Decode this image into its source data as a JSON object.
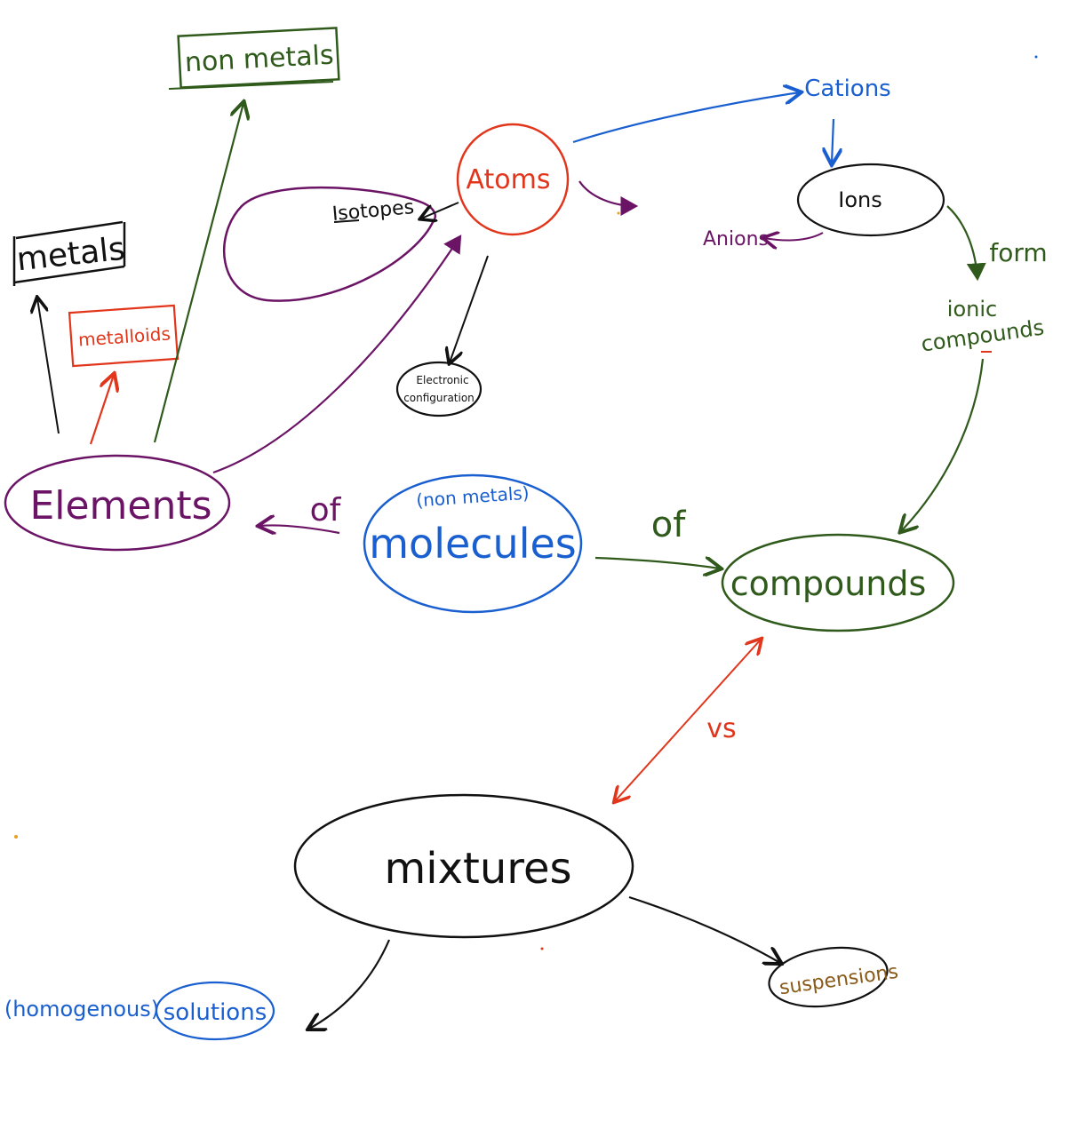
{
  "colors": {
    "purple": "#6b1466",
    "green": "#2f5a1b",
    "blue": "#1a5fd0",
    "red": "#e2361c",
    "black": "#111111",
    "brown": "#8a5a18"
  },
  "nodes": {
    "atoms": "Atoms",
    "ions": "Ions",
    "cations": "Cations",
    "anions": "Anions",
    "isotopes": "Isotopes",
    "electronic_configuration_line1": "Electronic",
    "electronic_configuration_line2": "configuration",
    "non_metals": "non metals",
    "metals": "metals",
    "metalloids": "metalloids",
    "elements": "Elements",
    "molecules": "molecules",
    "molecules_note": "(non metals)",
    "compounds": "compounds",
    "ionic_compounds_line1": "ionic",
    "ionic_compounds_line2": "compounds",
    "mixtures": "mixtures",
    "solutions": "solutions",
    "homogenous": "(homogenous)",
    "suspensions": "suspensions"
  },
  "edge_labels": {
    "form": "form",
    "of_left": "of",
    "of_right": "of",
    "vs": "vs"
  }
}
